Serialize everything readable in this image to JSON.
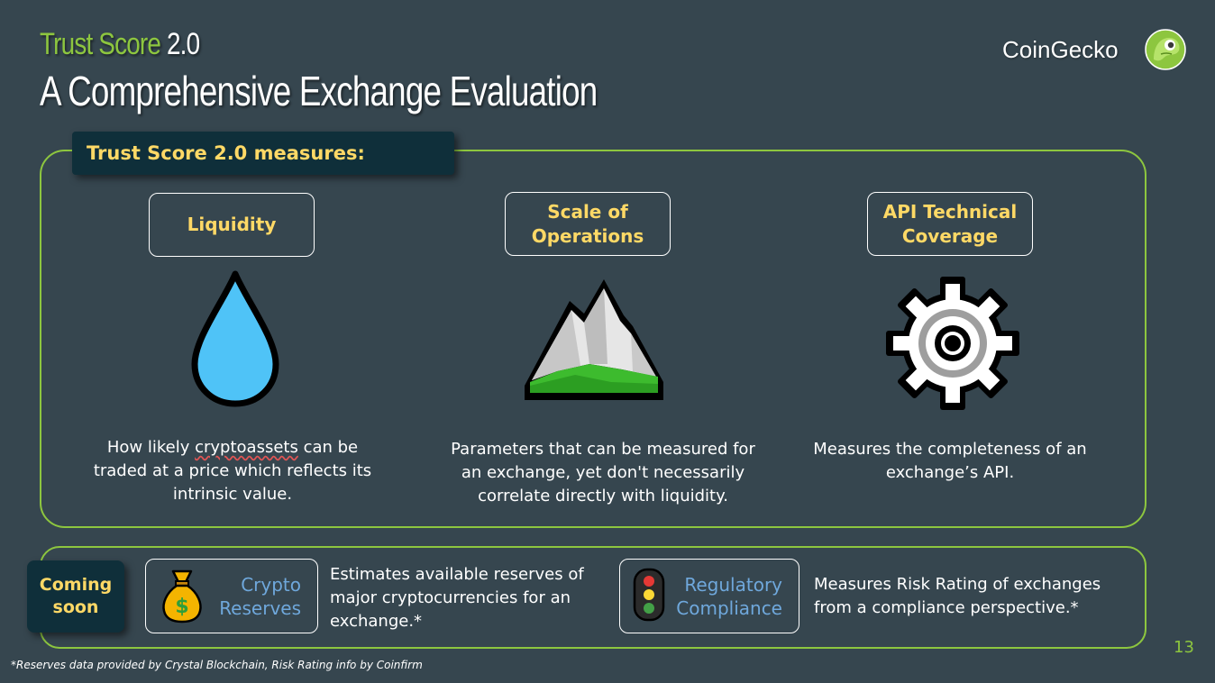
{
  "header": {
    "title_green": "Trust Score",
    "title_white": "2.0",
    "subtitle": "A Comprehensive Exchange Evaluation",
    "brand": "CoinGecko"
  },
  "measures": {
    "tag": "Trust Score 2.0 measures:",
    "items": [
      {
        "label": "Liquidity",
        "icon": "water-drop-icon",
        "desc_before": "How likely ",
        "desc_flagged": "cryptoassets",
        "desc_after": " can be\ntraded at a price which reflects its\nintrinsic value."
      },
      {
        "label": "Scale of\nOperations",
        "icon": "mountain-icon",
        "desc": "Parameters that can be measured for\nan exchange, yet don't necessarily\ncorrelate directly with liquidity."
      },
      {
        "label": "API Technical\nCoverage",
        "icon": "gear-icon",
        "desc": "Measures the completeness of an\nexchange’s API."
      }
    ]
  },
  "coming_soon": {
    "tag": "Coming\nsoon",
    "features": [
      {
        "label": "Crypto\nReserves",
        "icon": "money-bag-icon",
        "desc": "Estimates available reserves of\nmajor cryptocurrencies for an\nexchange.*"
      },
      {
        "label": "Regulatory\nCompliance",
        "icon": "traffic-light-icon",
        "desc": "Measures Risk Rating of exchanges\nfrom a compliance perspective.*"
      }
    ]
  },
  "footnote": "*Reserves data provided by Crystal Blockchain, Risk Rating info by Coinfirm",
  "page_number": "13",
  "colors": {
    "background": "#36464f",
    "accent_green": "#8dc63f",
    "label_yellow": "#ffd966",
    "label_blue": "#6fa8dc",
    "tag_dark": "#0f2f3a"
  }
}
